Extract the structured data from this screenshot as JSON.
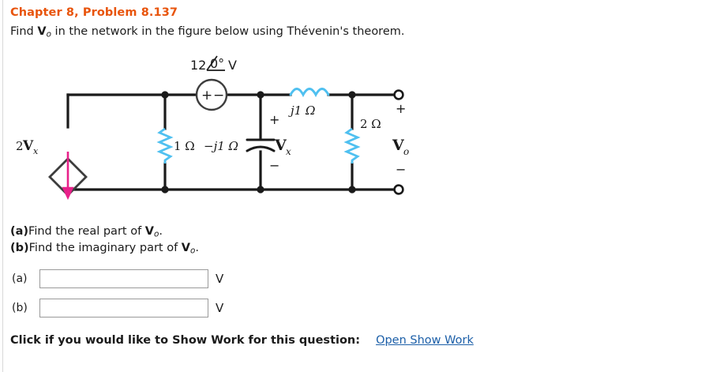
{
  "header": {
    "chapter_title": "Chapter 8, Problem 8.137",
    "statement_prefix": "Find ",
    "statement_var": "V",
    "statement_var_sub": "o",
    "statement_suffix": " in the network in the figure below using Thévenin's theorem."
  },
  "circuit": {
    "source_label": "12",
    "source_angle": "0°",
    "source_unit": "V",
    "source_polarity_plus": "+",
    "source_polarity_minus": "−",
    "dependent_source_label": "2V",
    "dependent_source_sub": "x",
    "resistor1_label": "1 Ω",
    "capacitor_label": "−j1 Ω",
    "inductor_label": "j1 Ω",
    "resistor2_label": "2 Ω",
    "vx_label": "V",
    "vx_sub": "x",
    "vx_plus": "+",
    "vx_minus": "−",
    "vo_label": "V",
    "vo_sub": "o",
    "vo_plus": "+",
    "vo_minus": "−",
    "wire_color": "#1a1a1a",
    "component_color": "#4fc0f0",
    "arrow_color": "#e8218a"
  },
  "questions": [
    {
      "label": "(a)",
      "text": "Find the real part of ",
      "var": "V",
      "var_sub": "o",
      "suffix": "."
    },
    {
      "label": "(b)",
      "text": "Find the imaginary part of ",
      "var": "V",
      "var_sub": "o",
      "suffix": "."
    }
  ],
  "answers": [
    {
      "tag": "(a)",
      "value": "",
      "placeholder": "",
      "unit": "V"
    },
    {
      "tag": "(b)",
      "value": "",
      "placeholder": "",
      "unit": "V"
    }
  ],
  "footer": {
    "show_work_text": "Click if you would like to Show Work for this question:",
    "show_work_link": "Open Show Work",
    "link_color": "#1c5fa8"
  }
}
